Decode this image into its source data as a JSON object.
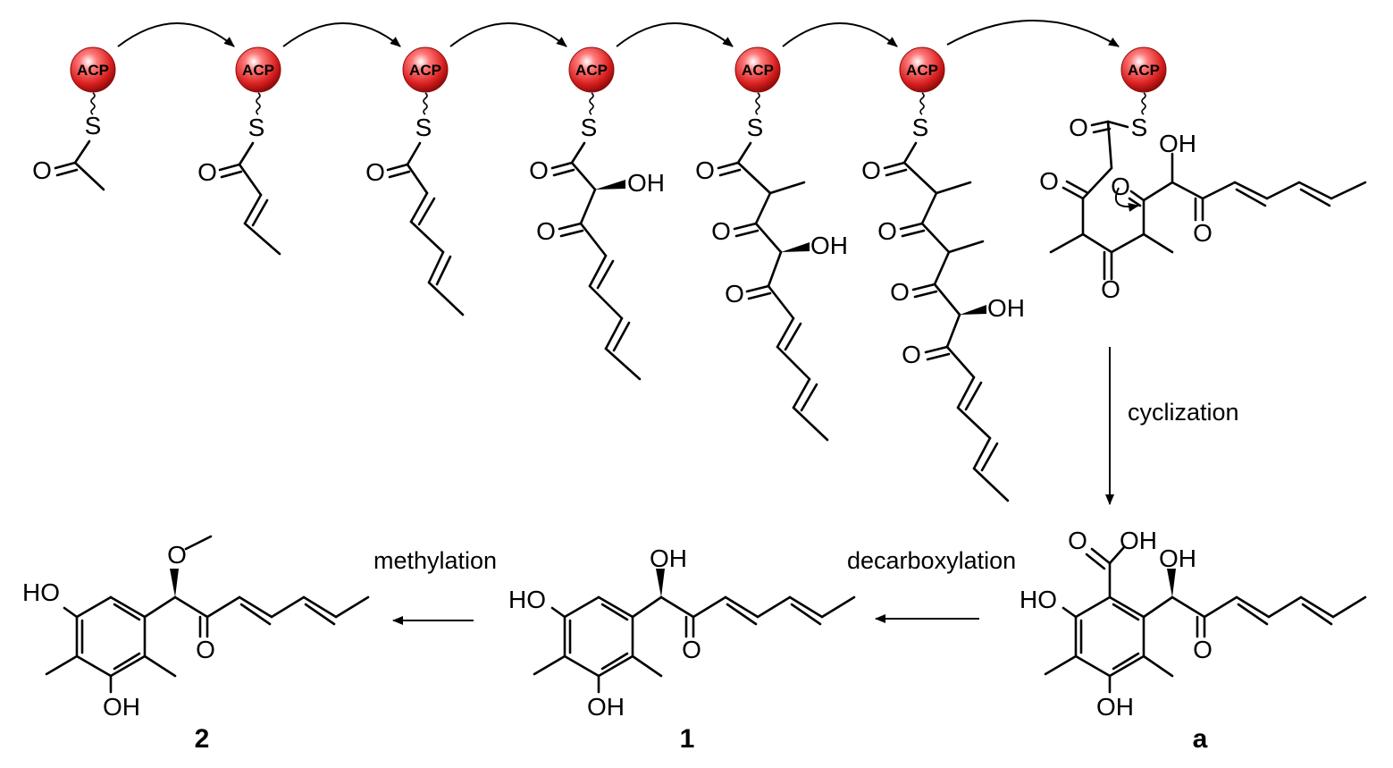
{
  "carrier_label": "ACP",
  "atoms": {
    "S": "S",
    "O": "O",
    "OH": "OH",
    "HO": "HO"
  },
  "steps": {
    "cyclization": "cyclization",
    "decarboxylation": "decarboxylation",
    "methylation": "methylation"
  },
  "compounds": {
    "a": "a",
    "c1": "1",
    "c2": "2"
  },
  "colors": {
    "acp_fill": "#d81e1e",
    "acp_highlight": "#ffffff",
    "ink": "#000000"
  }
}
